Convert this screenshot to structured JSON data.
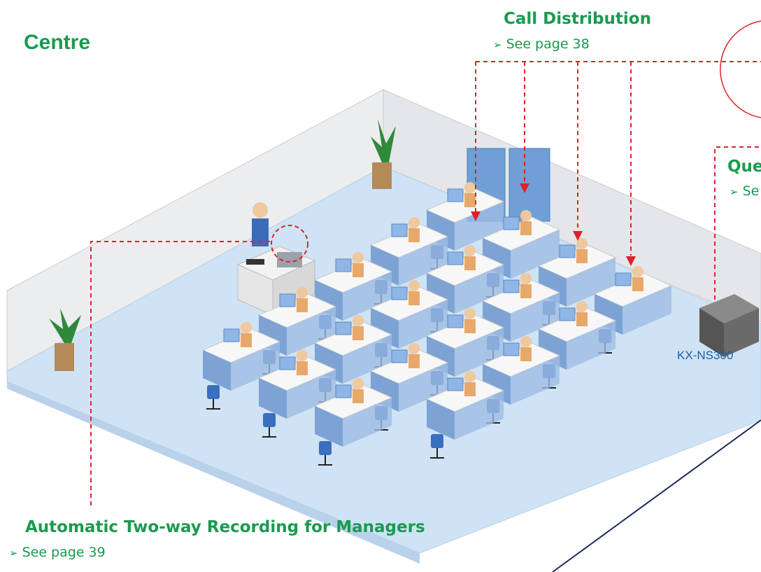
{
  "heading": "Centre",
  "callouts": {
    "call_distribution": {
      "title": "Call Distribution",
      "see": "See page 38"
    },
    "queue": {
      "title": "Que",
      "see": "Se"
    },
    "recording": {
      "title": "Automatic Two-way Recording for Managers",
      "see": "See page 39"
    }
  },
  "device_label": "KX-NS300",
  "colors": {
    "label_green": "#1a9a4e",
    "dash_red": "#e0202a",
    "floor": "#cfe3f5",
    "desk_partition": "#6f98cf",
    "chair": "#3a6fbf",
    "device_label_blue": "#1a5fa8",
    "cable_navy": "#1b2a5a"
  },
  "bullet_icon": "arrow-bullet-icon"
}
